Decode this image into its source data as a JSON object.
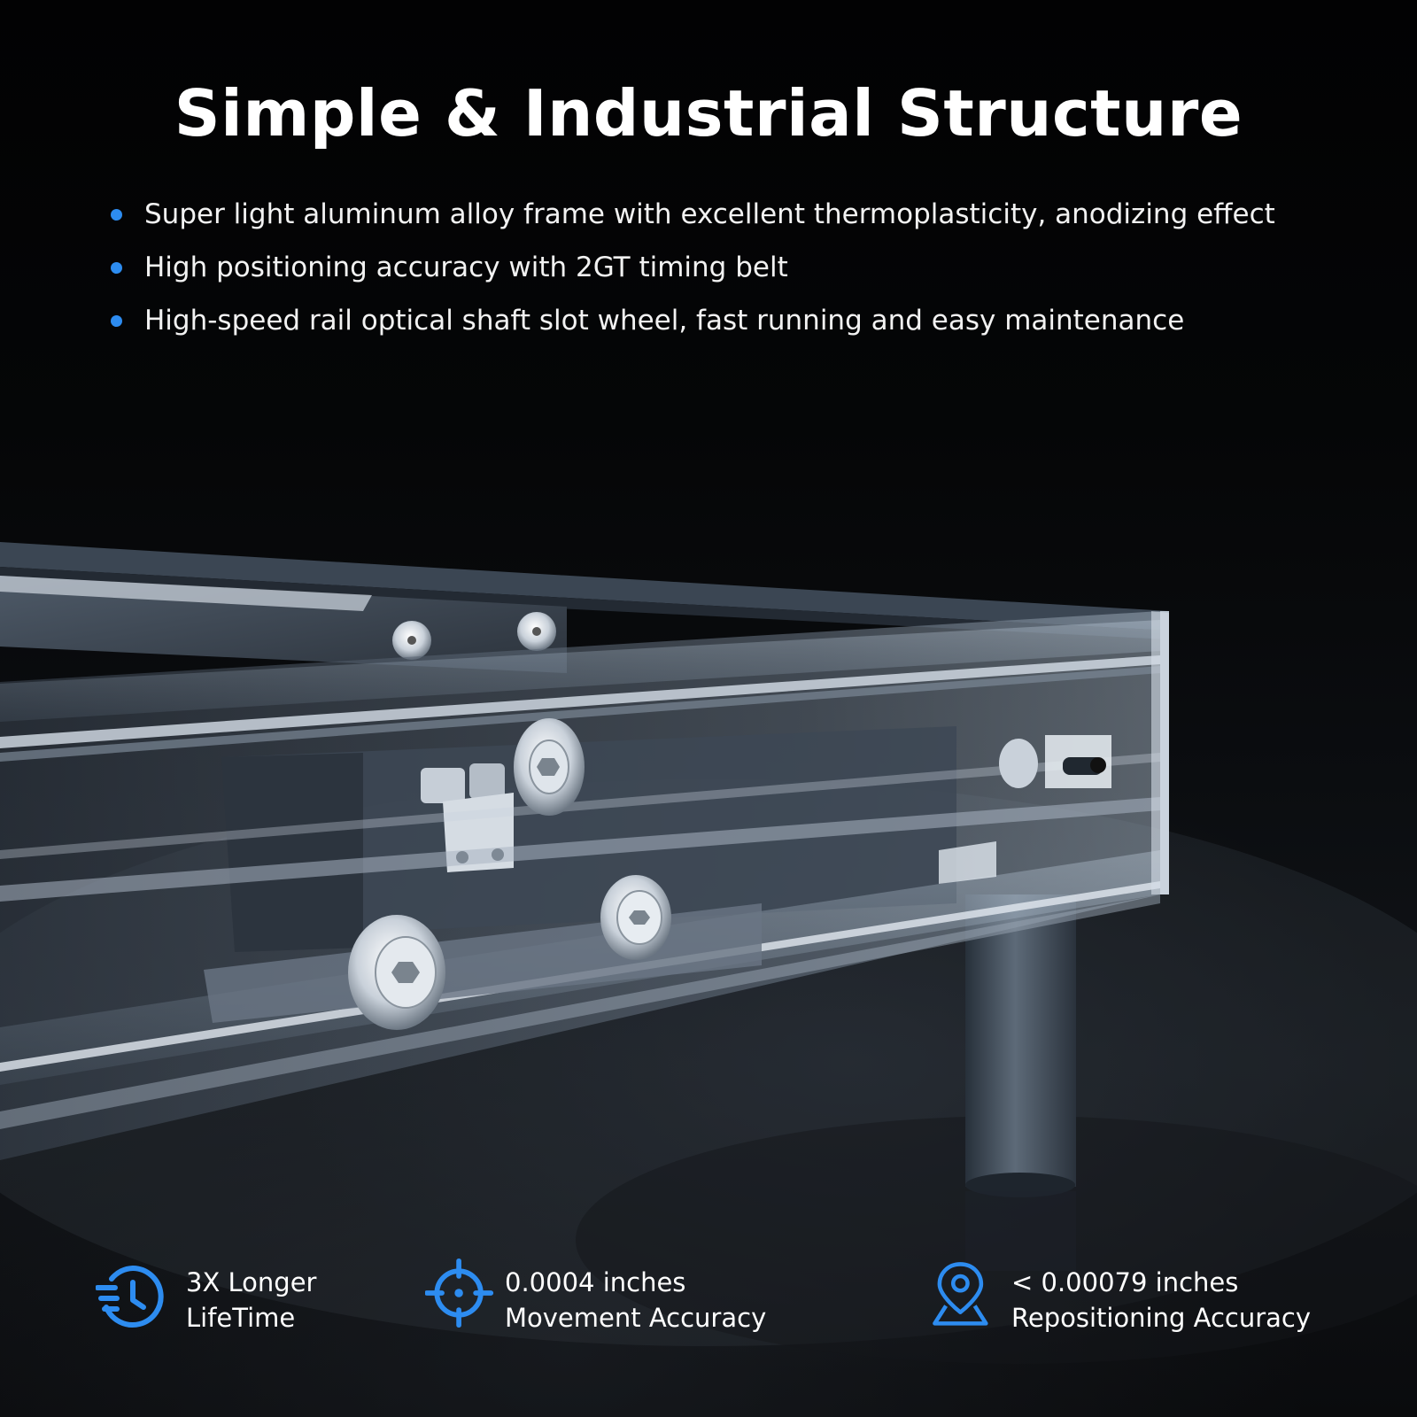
{
  "title": "Simple & Industrial Structure",
  "bullets": [
    "Super light aluminum alloy frame with excellent thermoplasticity, anodizing effect",
    "High positioning accuracy with 2GT timing belt",
    "High-speed rail optical shaft slot wheel, fast running and easy maintenance"
  ],
  "features": [
    {
      "icon": "clock-history-icon",
      "line1": "3X Longer",
      "line2": "LifeTime"
    },
    {
      "icon": "crosshair-target-icon",
      "line1": "0.0004 inches",
      "line2": "Movement Accuracy"
    },
    {
      "icon": "map-pin-icon",
      "line1": "< 0.00079 inches",
      "line2": "Repositioning Accuracy"
    }
  ],
  "colors": {
    "background": "#000000",
    "accent": "#2d8cf0",
    "text": "#ffffff"
  },
  "product_image": "laser engraver aluminum frame with rail wheels and leg"
}
